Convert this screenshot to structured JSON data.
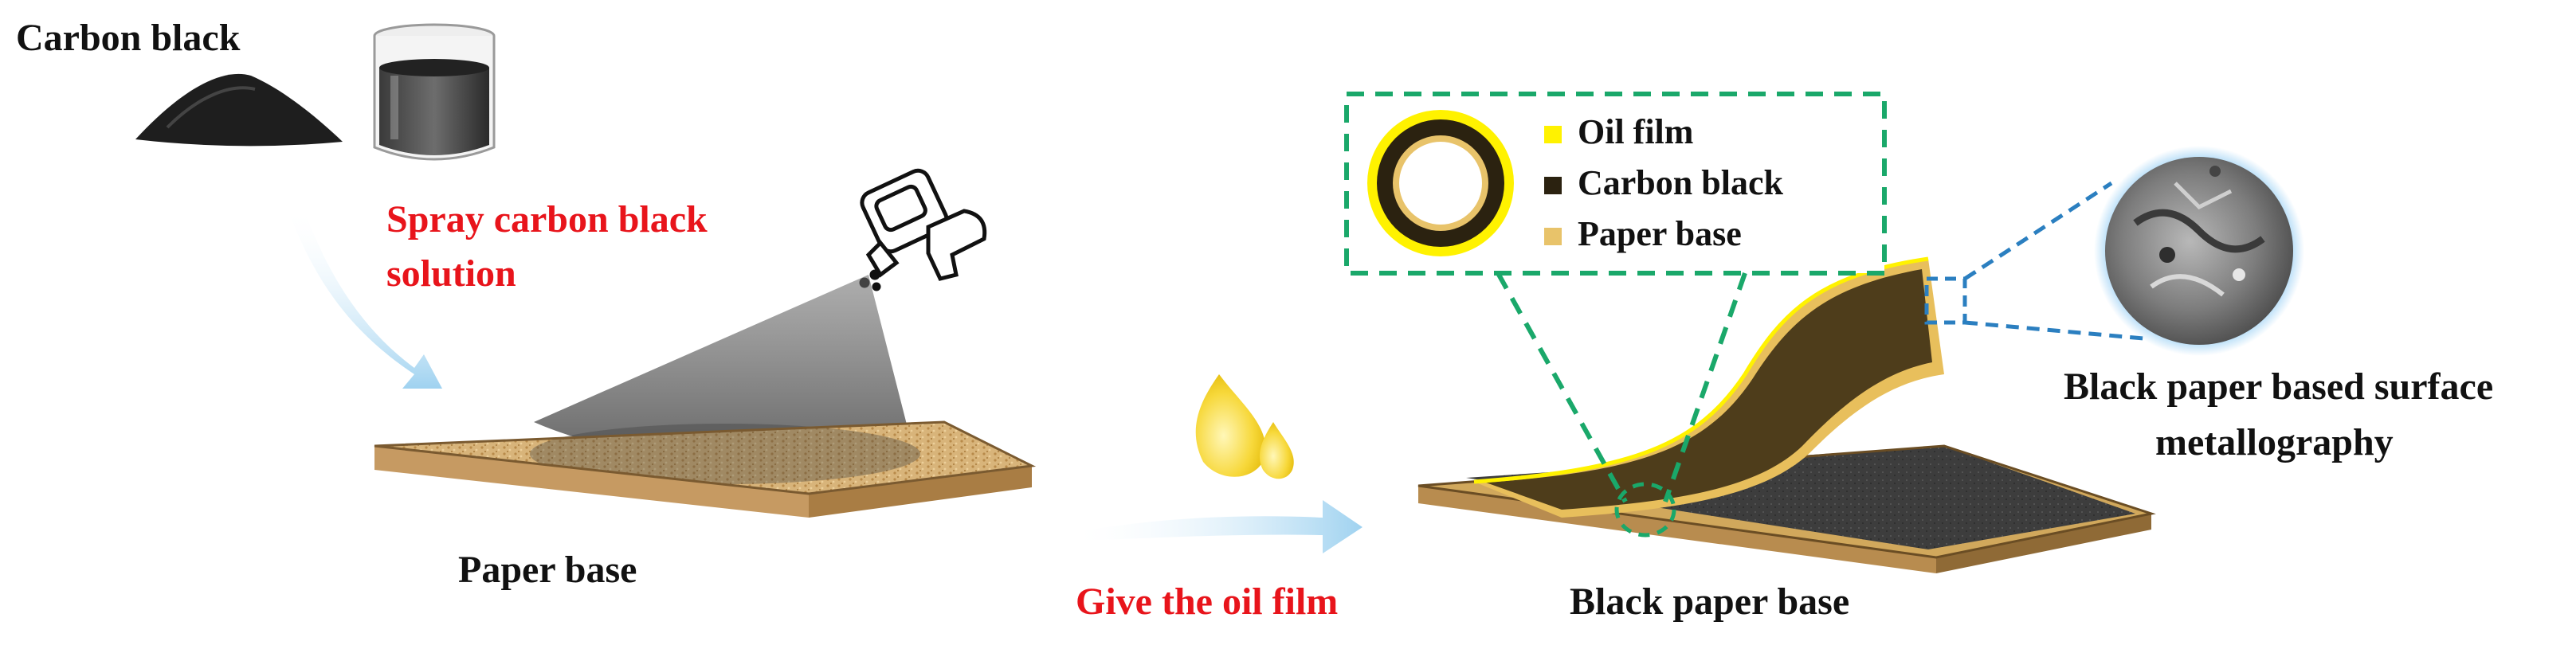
{
  "labels": {
    "carbon_black": "Carbon black",
    "spray_line1": "Spray carbon black",
    "spray_line2": "solution",
    "paper_base": "Paper base",
    "give_oil_film": "Give the oil film",
    "black_paper_base": "Black paper base",
    "metallography_line1": "Black paper based surface",
    "metallography_line2": "metallography"
  },
  "legend": {
    "items": [
      {
        "label": "Oil film",
        "color": "#fff200"
      },
      {
        "label": "Carbon black",
        "color": "#2b2210"
      },
      {
        "label": "Paper base",
        "color": "#e8c36a"
      }
    ]
  },
  "colors": {
    "accent_red": "#e8141b",
    "callout_green": "#1aa86a",
    "callout_blue": "#2b7fc0",
    "paper_tan": "#c9a56a",
    "arrow_blue": "#bfe1f5"
  }
}
